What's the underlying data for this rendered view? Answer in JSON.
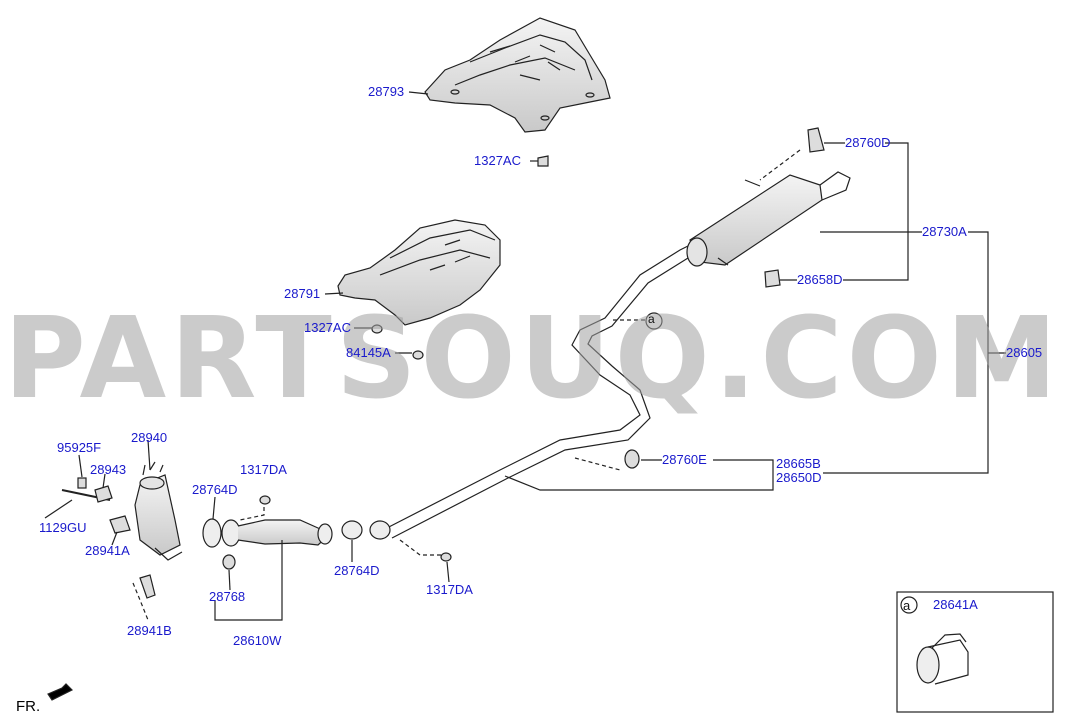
{
  "diagram": {
    "watermark": "PARTSOUQ.COM",
    "direction_label": "FR.",
    "callout_letter": "a",
    "inset": {
      "letter": "a",
      "code": "28641A"
    },
    "part_labels": {
      "p28793": "28793",
      "p1327AC_top": "1327AC",
      "p28791": "28791",
      "p1327AC_mid": "1327AC",
      "p84145A": "84145A",
      "p28760D": "28760D",
      "p28730A": "28730A",
      "p28658D": "28658D",
      "p28605": "28605",
      "p28760E": "28760E",
      "p28665B": "28665B",
      "p28650D": "28650D",
      "p95925F": "95925F",
      "p28940": "28940",
      "p28943": "28943",
      "p1129GU": "1129GU",
      "p28941A": "28941A",
      "p28941B": "28941B",
      "p28764D_left": "28764D",
      "p1317DA_top": "1317DA",
      "p28768": "28768",
      "p28610W": "28610W",
      "p28764D_right": "28764D",
      "p1317DA_bottom": "1317DA"
    }
  }
}
